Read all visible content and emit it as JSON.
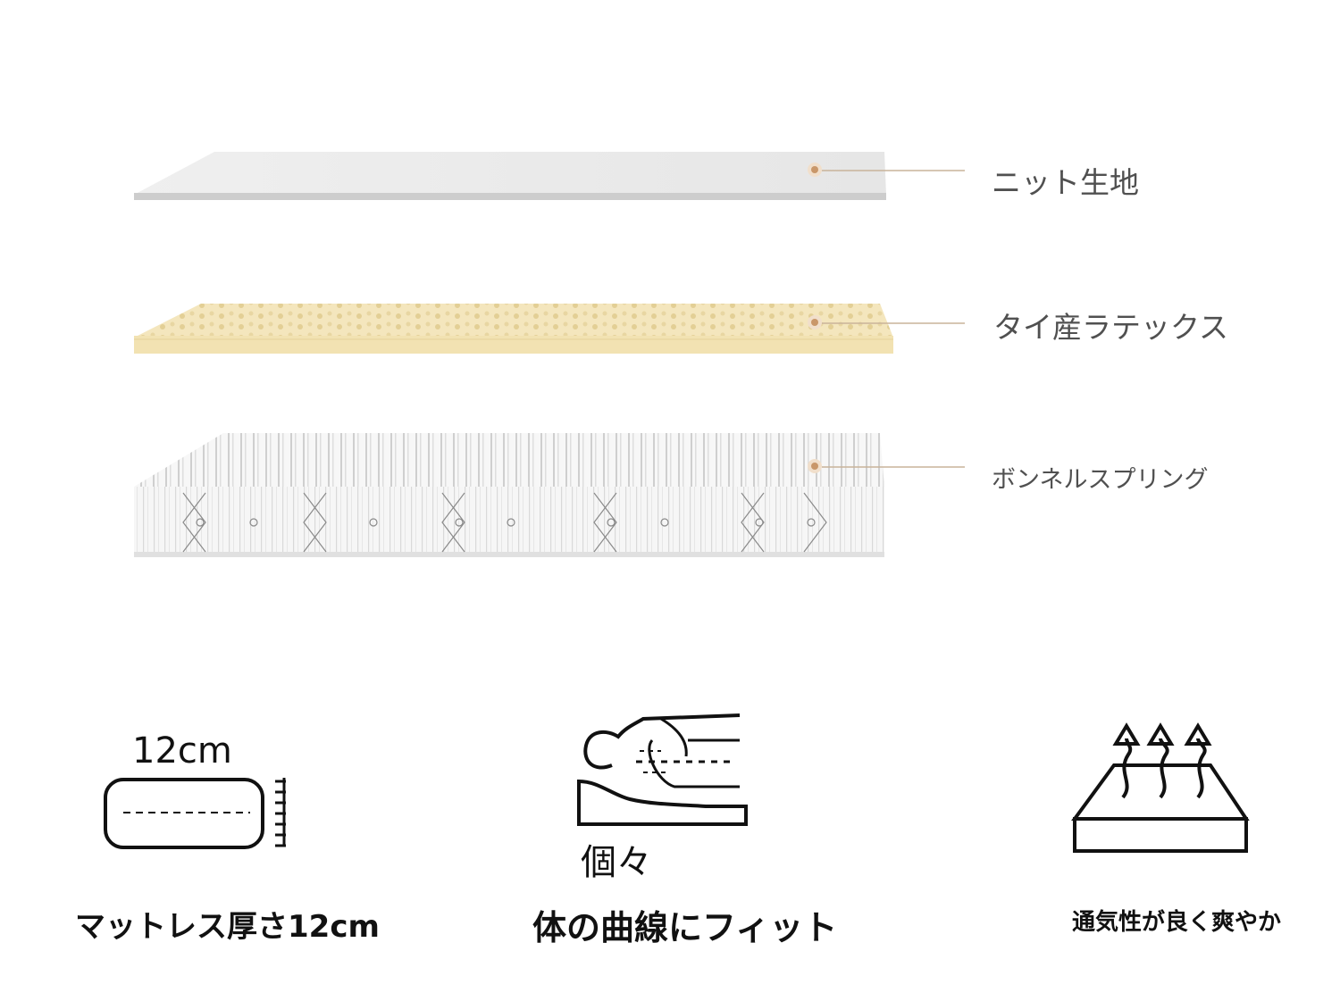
{
  "layers": {
    "knit": {
      "label": "ニット生地"
    },
    "latex": {
      "label": "タイ産ラテックス"
    },
    "spring": {
      "label": "ボンネルスプリング"
    }
  },
  "features": {
    "thickness": {
      "icon_text": "12cm",
      "caption": "マットレス厚さ12cm",
      "icon": "mattress-thickness-icon"
    },
    "fit": {
      "icon_text": "個々",
      "caption": "体の曲線にフィット",
      "icon": "body-curve-icon"
    },
    "breath": {
      "caption": "通気性が良く爽やか",
      "icon": "breathable-icon"
    }
  },
  "colors": {
    "knit_layer": "#e8e8e8",
    "latex_layer": "#f3e3b4",
    "spring_layer": "#f4f4f4",
    "leader_dot": "#d8b48a",
    "leader_line": "#c9b39a",
    "label_text": "#505050",
    "caption_text": "#111111"
  }
}
